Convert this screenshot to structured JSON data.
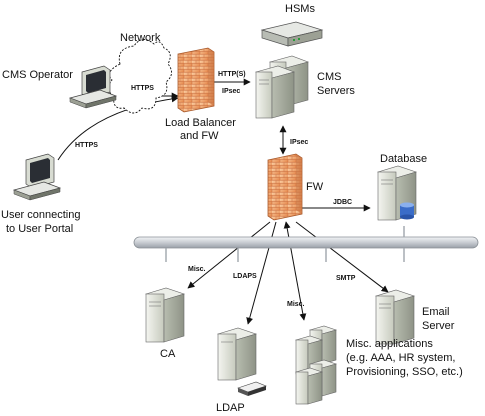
{
  "labels": {
    "hsms": "HSMs",
    "network": "Network",
    "cms_operator": "CMS Operator",
    "load_balancer_line1": "Load Balancer",
    "load_balancer_line2": "and FW",
    "cms_servers_line1": "CMS",
    "cms_servers_line2": "Servers",
    "database": "Database",
    "fw": "FW",
    "user_line1": "User connecting",
    "user_line2": "to User Portal",
    "ca": "CA",
    "ldap": "LDAP",
    "email_line1": "Email",
    "email_line2": "Server",
    "misc_line1": "Misc. applications",
    "misc_line2": "(e.g. AAA, HR system,",
    "misc_line3": "Provisioning, SSO, etc.)"
  },
  "protocols": {
    "https_operator": "HTTPS",
    "https_user": "HTTPS",
    "http_s": "HTTP(S)",
    "ipsec_top": "IPsec",
    "ipsec_mid": "IPsec",
    "jdbc": "JDBC",
    "misc_ca": "Misc.",
    "ldaps": "LDAPS",
    "misc_apps": "Misc.",
    "smtp": "SMTP"
  },
  "colors": {
    "firewall": "#f0a870",
    "server": "#d8dcd2",
    "bus": "#d4d8dc",
    "line": "#111111"
  }
}
